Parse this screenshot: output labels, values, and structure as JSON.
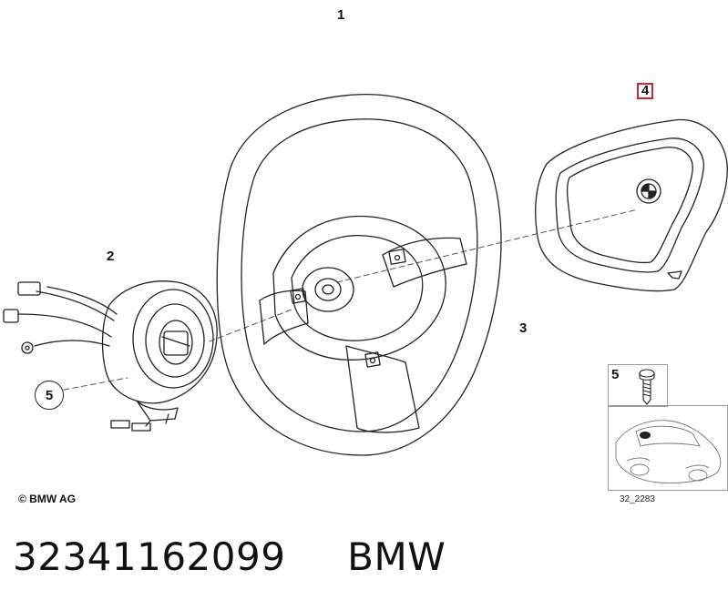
{
  "callouts": {
    "steering_wheel": "1",
    "clock_spring": "2",
    "spoke": "3",
    "airbag_module": "4",
    "screw": "5",
    "screw_circle": "5"
  },
  "copyright": "© BMW AG",
  "figure_code": "32_2283",
  "footer": {
    "part_number": "32341162099",
    "brand": "BMW"
  },
  "colors": {
    "highlight_box": "#d9262c",
    "line": "#222222"
  }
}
